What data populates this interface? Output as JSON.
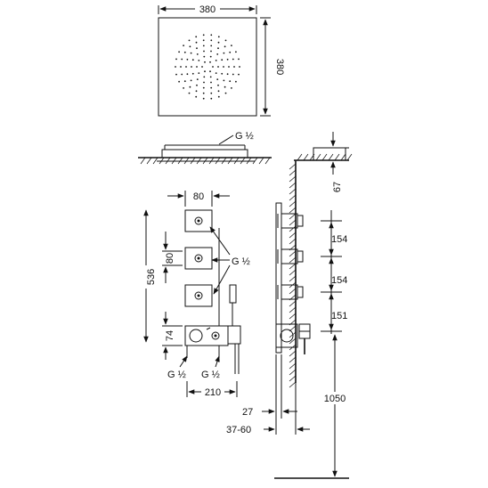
{
  "diagram": {
    "top_view": {
      "width_label": "380",
      "height_label": "380"
    },
    "side_view": {
      "connection_label": "G ½"
    },
    "right_view": {
      "height_label": "67",
      "spacing_labels": [
        "154",
        "154",
        "151"
      ],
      "floor_height_label": "1050",
      "offset_label_1": "27",
      "offset_label_2": "37-60"
    },
    "front_view": {
      "width_top_label": "80",
      "height_total_label": "536",
      "spacing_label": "80",
      "lower_height_label": "74",
      "connection_label": "G ½",
      "bottom_left_label": "G ½",
      "bottom_right_label": "G ½",
      "width_bottom_label": "210"
    }
  }
}
